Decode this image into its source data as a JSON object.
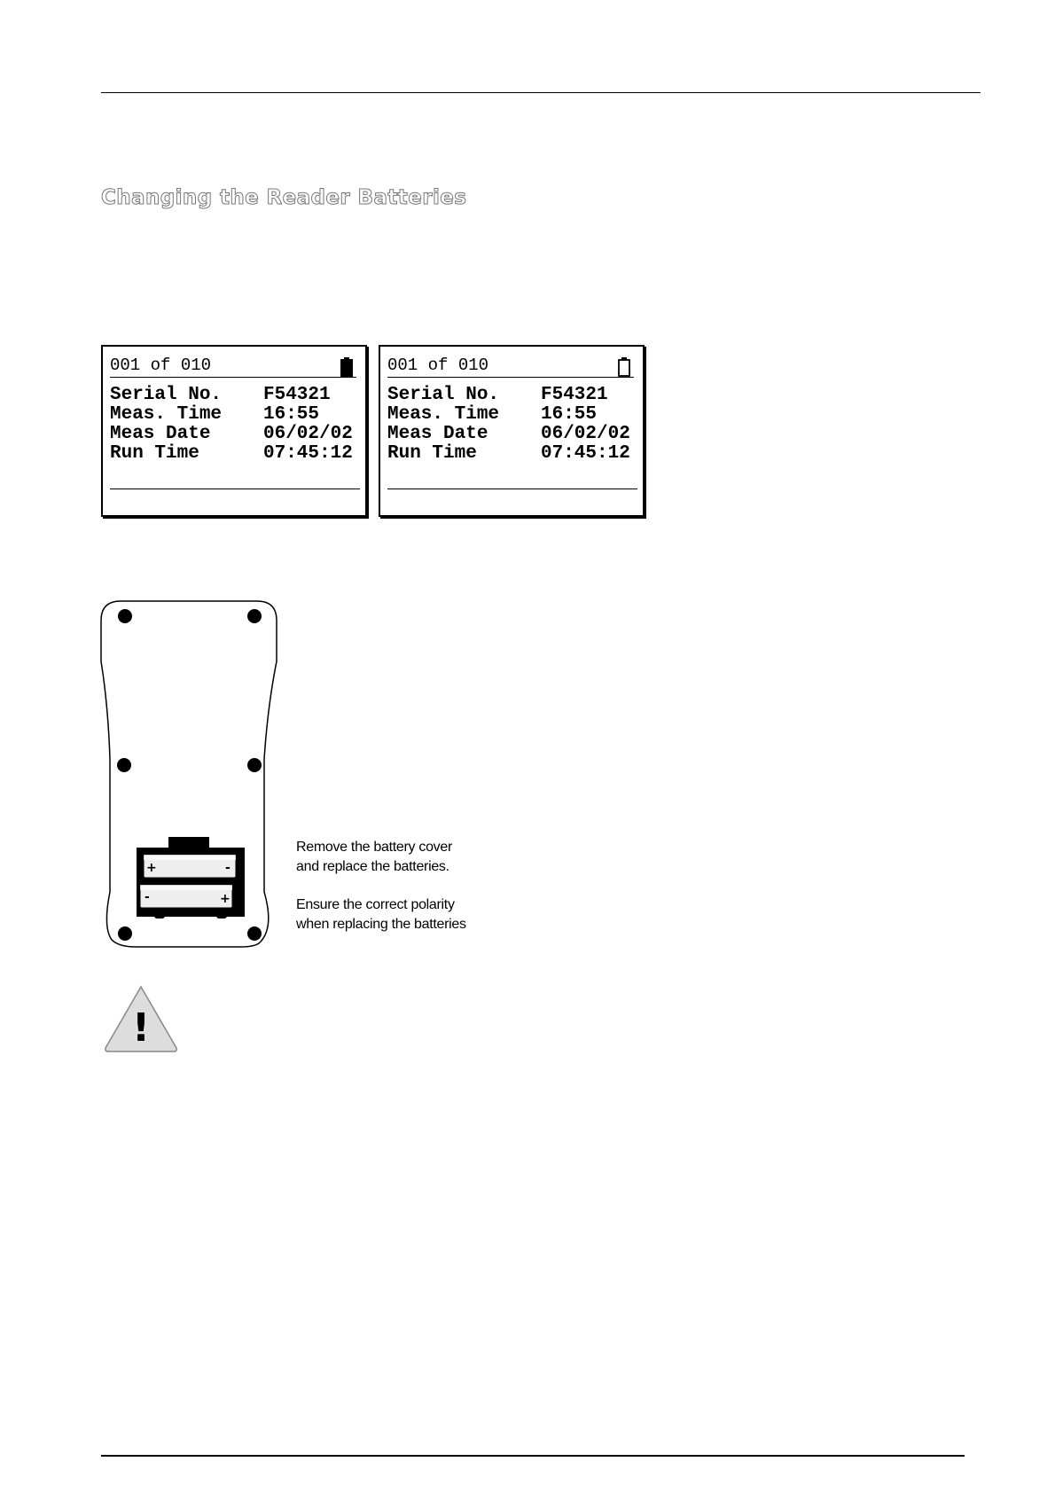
{
  "section": {
    "title": "Changing the Reader Batteries"
  },
  "screens": [
    {
      "header": "001 of 010",
      "battery_state": "full",
      "rows": [
        {
          "label": "Serial No.",
          "value": "F54321"
        },
        {
          "label": "Meas. Time",
          "value": "16:55"
        },
        {
          "label": "Meas Date",
          "value": "06/02/02"
        },
        {
          "label": "Run Time",
          "value": "07:45:12"
        }
      ]
    },
    {
      "header": "001 of 010",
      "battery_state": "empty",
      "rows": [
        {
          "label": "Serial No.",
          "value": "F54321"
        },
        {
          "label": "Meas. Time",
          "value": "16:55"
        },
        {
          "label": "Meas Date",
          "value": "06/02/02"
        },
        {
          "label": "Run Time",
          "value": "07:45:12"
        }
      ]
    }
  ],
  "device": {
    "battery_1": {
      "left": "+",
      "right": "-"
    },
    "battery_2": {
      "left": "-",
      "right": "+"
    }
  },
  "instructions": [
    {
      "line1": "Remove the battery cover",
      "line2": "and replace the batteries."
    },
    {
      "line1": "Ensure the correct polarity",
      "line2": "when replacing the batteries"
    }
  ],
  "warning": {
    "symbol": "!"
  }
}
